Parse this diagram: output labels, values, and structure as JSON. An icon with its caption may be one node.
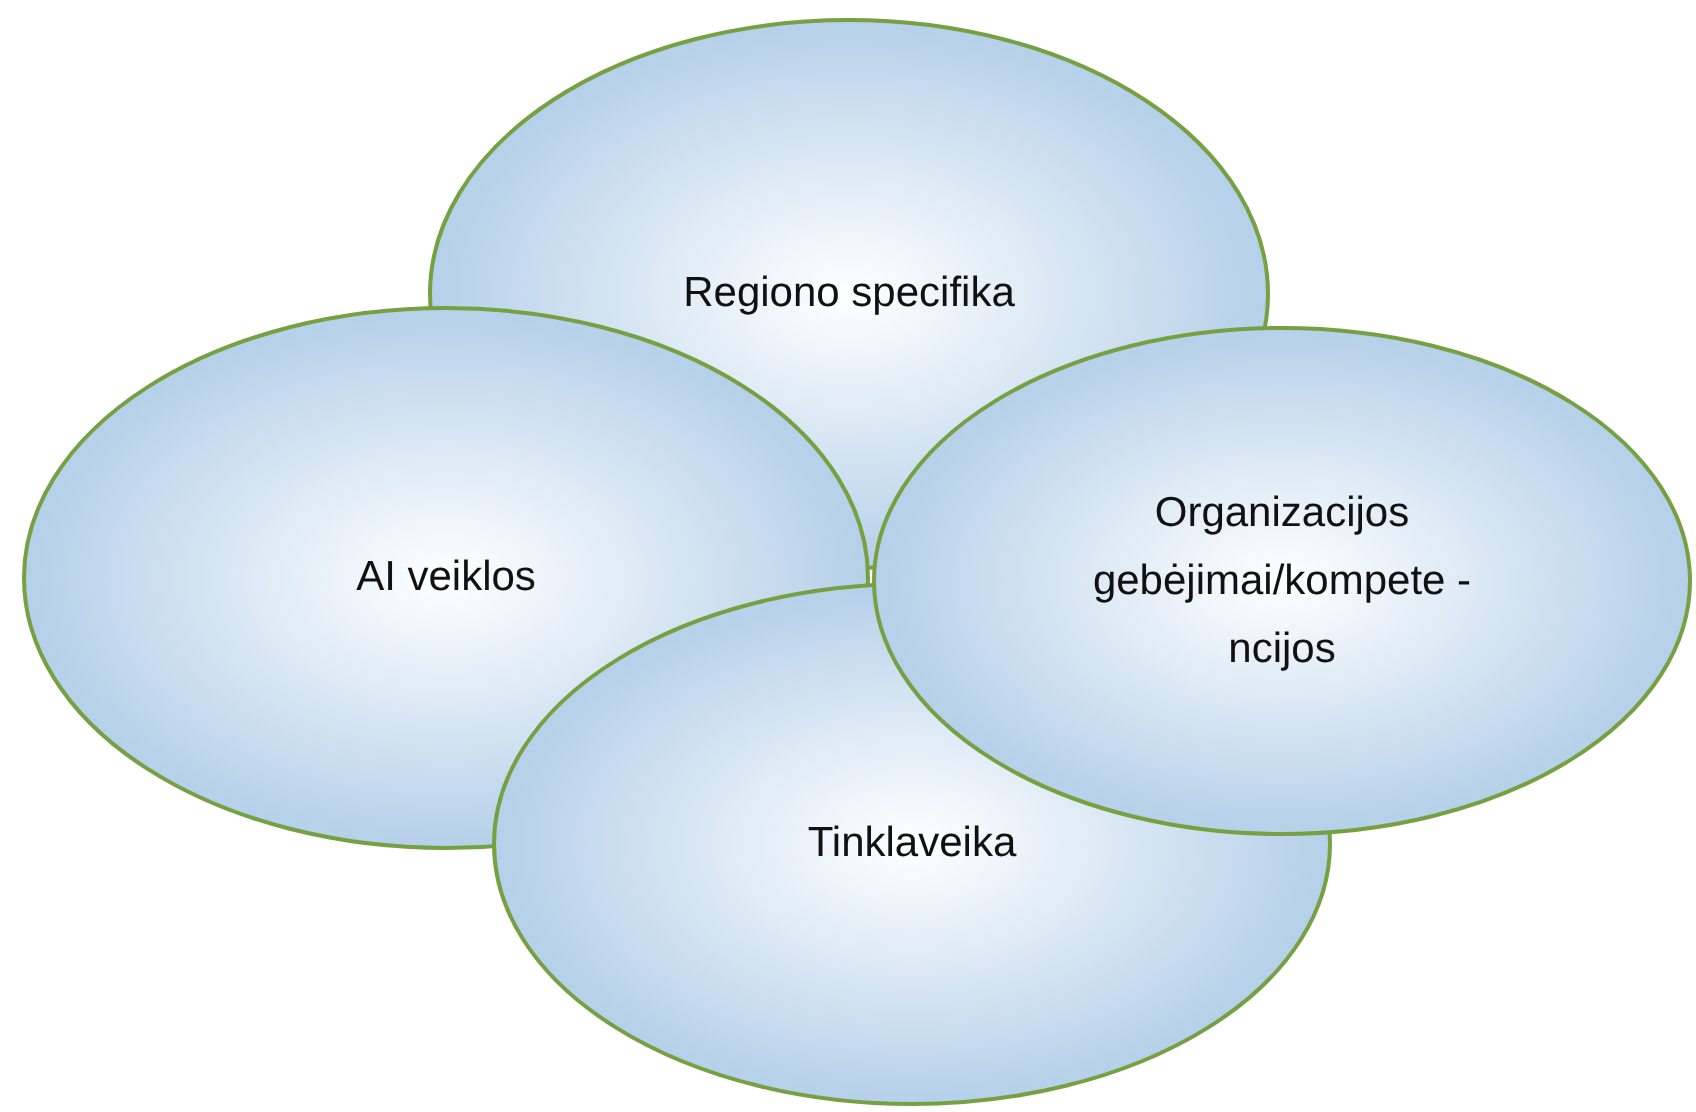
{
  "diagram": {
    "nodes": [
      {
        "text": [
          "Regiono specifika"
        ]
      },
      {
        "text": [
          "AI veiklos"
        ]
      },
      {
        "text": [
          "Organizacijos gebėjimai/kompete -ncijos"
        ]
      },
      {
        "text": [
          "Tinklaveika"
        ]
      }
    ]
  }
}
